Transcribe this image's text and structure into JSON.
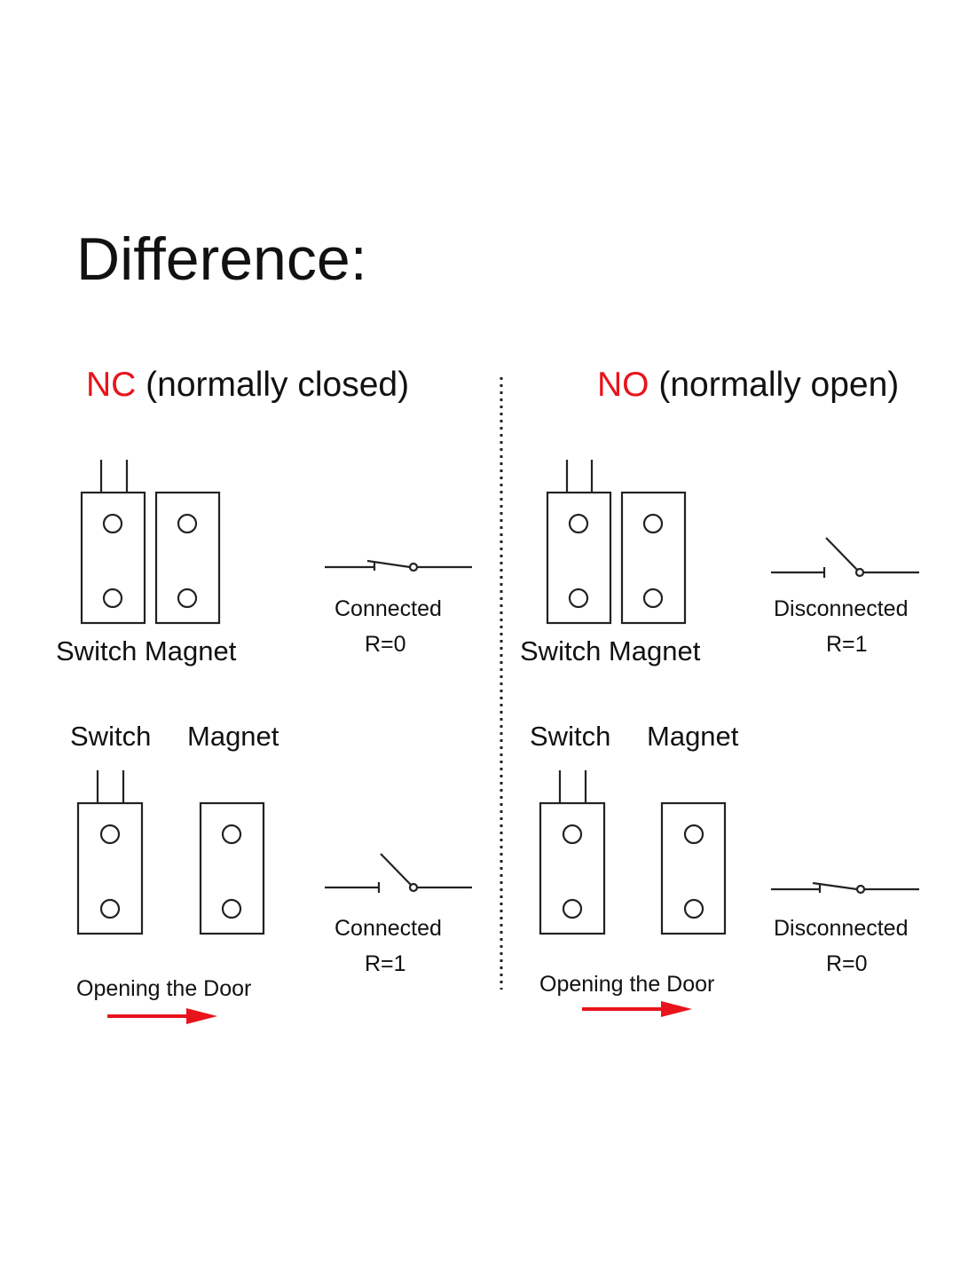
{
  "title": "Difference:",
  "nc": {
    "abbr": "NC",
    "desc": " (normally closed)",
    "closed_label": "Switch Magnet",
    "closed_state": "Connected",
    "closed_r": "R=0",
    "open_switch_label": "Switch",
    "open_magnet_label": "Magnet",
    "open_state": "Connected",
    "open_r": "R=1",
    "door_label": "Opening the Door"
  },
  "no": {
    "abbr": "NO",
    "desc": " (normally open)",
    "closed_label": "Switch Magnet",
    "closed_state": "Disconnected",
    "closed_r": "R=1",
    "open_switch_label": "Switch",
    "open_magnet_label": "Magnet",
    "open_state": "Disconnected",
    "open_r": "R=0",
    "door_label": "Opening the Door"
  },
  "colors": {
    "accent": "#e8141b",
    "line": "#222222"
  }
}
